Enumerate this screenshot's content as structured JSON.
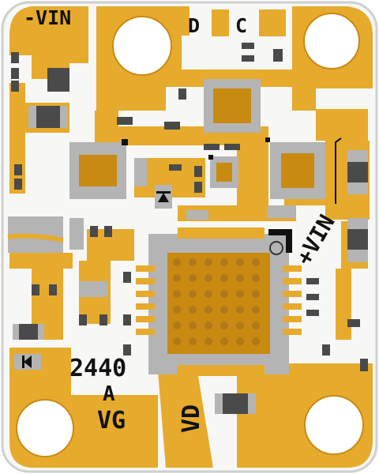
{
  "board": {
    "colors": {
      "substrate": "#f7f7f5",
      "edge": "#cfcfcf",
      "copper": "#e6aa2c",
      "copper_dark": "#c98a12",
      "pad_gray": "#b4b4b4",
      "pad_gray_dark": "#7a7a7a",
      "silkscreen": "#111111",
      "component_body": "#4a4a4a",
      "thermal_center": "#b07818"
    },
    "labels": {
      "vin_neg": "-VIN",
      "d": "D",
      "c": "C",
      "vin_pos": "+VIN",
      "part_number": "2440",
      "revision": "A",
      "vg": "VG",
      "vd": "VD"
    },
    "icons": {
      "mounting_hole": "mounting-hole-icon",
      "diode": "diode-icon",
      "capacitor": "capacitor-icon",
      "ic": "ic-chip-icon"
    }
  }
}
